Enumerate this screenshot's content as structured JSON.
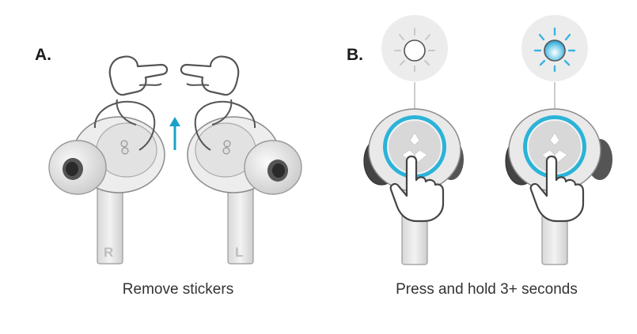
{
  "panel_a": {
    "label": "A.",
    "caption": "Remove stickers",
    "bud_letters": {
      "right": "R",
      "left": "L"
    }
  },
  "panel_b": {
    "label": "B.",
    "caption": "Press and hold 3+ seconds"
  },
  "colors": {
    "arrow": "#1aa0c8",
    "ring": "#2bb3d8",
    "led_blue": "#3ab4e0",
    "bud_gray": "#e6e6e6",
    "outline": "#666666",
    "indicator_bg": "#ececec"
  },
  "icons": [
    "hand-pointing-icon",
    "up-arrow-icon",
    "touch-hand-icon",
    "led-off-icon",
    "led-on-icon",
    "jlab-logo-icon"
  ]
}
